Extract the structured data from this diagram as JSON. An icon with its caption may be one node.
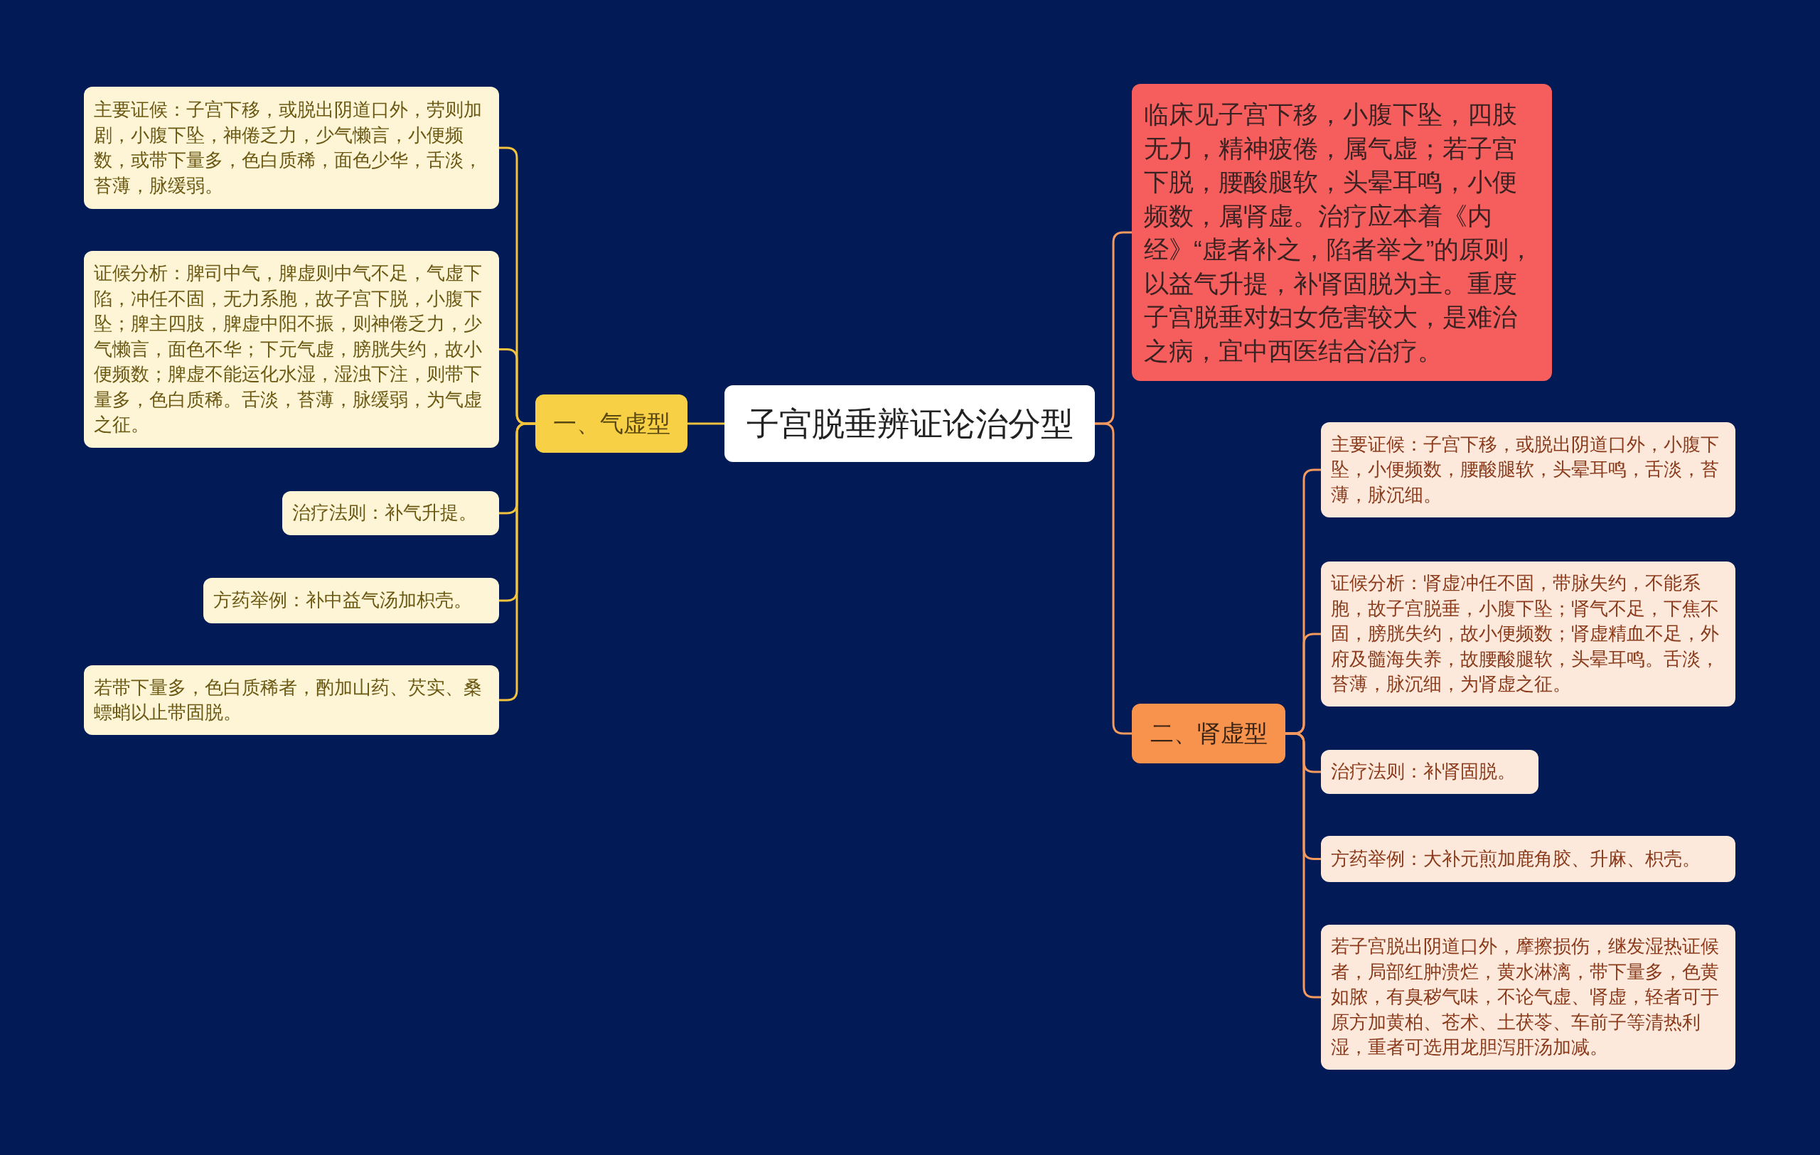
{
  "diagram": {
    "nodes": [
      {
        "text": [
          "子宫脱垂辨证论治分型"
        ]
      },
      {
        "text": [
          "一、气虚型"
        ]
      },
      {
        "text": [
          "主要证候：子宫下移，或脱出阴道口外，劳则加剧，小腹下坠，神倦乏力，少气懒言，小便频数，或带下量多，色白质稀，面色少华，舌淡，苔薄，脉缓弱。"
        ]
      },
      {
        "text": [
          "证候分析：脾司中气，脾虚则中气不足，气虚下陷，冲任不固，无力系胞，故子宫下脱，小腹下坠；脾主四肢，脾虚中阳不振，则神倦乏力，少气懒言，面色不华；下元气虚，膀胱失约，故小便频数；脾虚不能运化水湿，湿浊下注，则带下量多，色白质稀。舌淡，苔薄，脉缓弱，为气虚之征。"
        ]
      },
      {
        "text": [
          "治疗法则：补气升提。"
        ]
      },
      {
        "text": [
          "方药举例：补中益气汤加枳壳。"
        ]
      },
      {
        "text": [
          "若带下量多，色白质稀者，酌加山药、芡实、桑螵蛸以止带固脱。"
        ]
      },
      {
        "text": [
          "临床见子宫下移，小腹下坠，四肢无力，精神疲倦，属气虚；若子宫下脱，腰酸腿软，头晕耳鸣，小便频数，属肾虚。治疗应本着《内经》“虚者补之，陷者举之”的原则，以益气升提，补肾固脱为主。重度子宫脱垂对妇女危害较大，是难治之病，宜中西医结合治疗。"
        ]
      },
      {
        "text": [
          "二、肾虚型"
        ]
      },
      {
        "text": [
          "主要证候：子宫下移，或脱出阴道口外，小腹下坠，小便频数，腰酸腿软，头晕耳鸣，舌淡，苔薄，脉沉细。"
        ]
      },
      {
        "text": [
          "证候分析：肾虚冲任不固，带脉失约，不能系胞，故子宫脱垂，小腹下坠；肾气不足，下焦不固，膀胱失约，故小便频数；肾虚精血不足，外府及髓海失养，故腰酸腿软，头晕耳鸣。舌淡，苔薄，脉沉细，为肾虚之征。"
        ]
      },
      {
        "text": [
          "治疗法则：补肾固脱。"
        ]
      },
      {
        "text": [
          "方药举例：大补元煎加鹿角胶、升麻、枳壳。"
        ]
      },
      {
        "text": [
          "若子宫脱出阴道口外，摩擦损伤，继发湿热证候者，局部红肿溃烂，黄水淋漓，带下量多，色黄如脓，有臭秽气味，不论气虚、肾虚，轻者可于原方加黄柏、苍术、土茯苓、车前子等清热利湿，重者可选用龙胆泻肝汤加减。"
        ]
      }
    ],
    "edges": [
      {
        "from": 0,
        "to": 1,
        "arrow": "none",
        "color": "#f2c33d"
      },
      {
        "from": 1,
        "to": 2,
        "arrow": "none",
        "color": "#f2c33d"
      },
      {
        "from": 1,
        "to": 3,
        "arrow": "none",
        "color": "#f2c33d"
      },
      {
        "from": 1,
        "to": 4,
        "arrow": "none",
        "color": "#f2c33d"
      },
      {
        "from": 1,
        "to": 5,
        "arrow": "none",
        "color": "#f2c33d"
      },
      {
        "from": 1,
        "to": 6,
        "arrow": "none",
        "color": "#f2c33d"
      },
      {
        "from": 0,
        "to": 7,
        "arrow": "none"
      },
      {
        "from": 0,
        "to": 8,
        "arrow": "none"
      },
      {
        "from": 8,
        "to": 9,
        "arrow": "none"
      },
      {
        "from": 8,
        "to": 10,
        "arrow": "none"
      },
      {
        "from": 8,
        "to": 11,
        "arrow": "none"
      },
      {
        "from": 8,
        "to": 12,
        "arrow": "none"
      },
      {
        "from": 8,
        "to": 13,
        "arrow": "none"
      }
    ]
  }
}
